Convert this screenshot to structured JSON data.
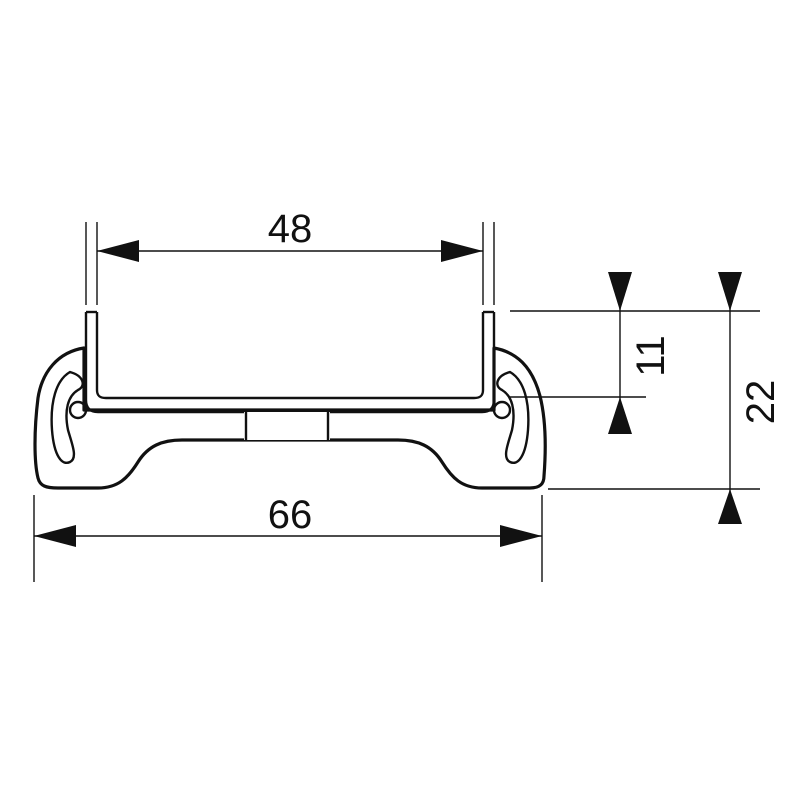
{
  "drawing": {
    "dimensions": {
      "inner_width": "48",
      "outer_width": "66",
      "inner_height": "11",
      "total_height": "22"
    },
    "colors": {
      "line": "#111111",
      "background": "#ffffff"
    }
  }
}
